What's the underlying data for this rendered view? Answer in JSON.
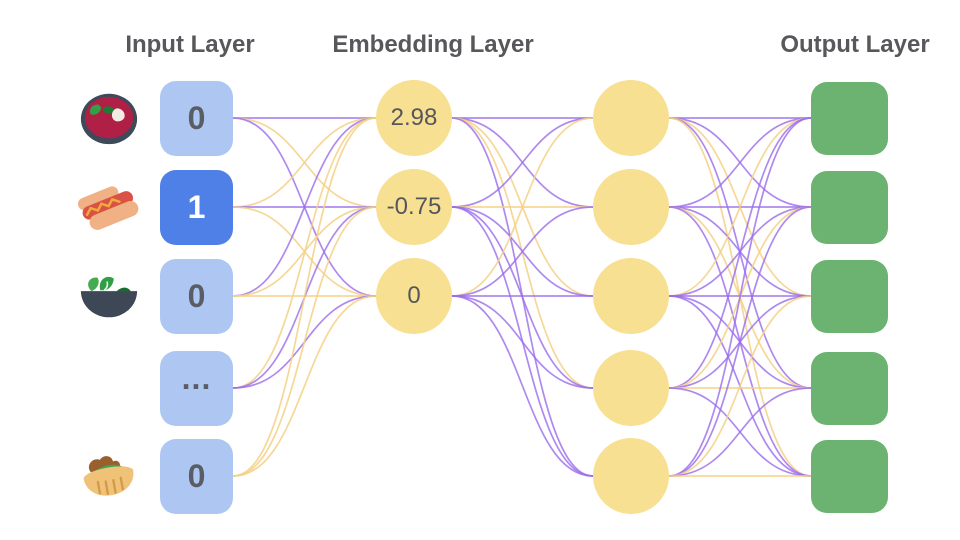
{
  "titles": {
    "input": "Input Layer",
    "embedding": "Embedding Layer",
    "output": "Output Layer"
  },
  "colors": {
    "background": "#ffffff",
    "input_node": "#aec7f2",
    "input_node_active": "#4f80e8",
    "embedding_node": "#f8e092",
    "hidden_node": "#f8e092",
    "output_node": "#6cb371",
    "edge_purple": "#9a6ceb",
    "edge_yellow": "#f5d085",
    "title_text": "#58585c",
    "node_text": "#5a5d63",
    "active_node_text": "#ffffff"
  },
  "input_layer": {
    "nodes": [
      {
        "label": "0",
        "icon": "borscht-soup-icon",
        "active": false
      },
      {
        "label": "1",
        "icon": "hot-dog-icon",
        "active": true
      },
      {
        "label": "0",
        "icon": "salad-bowl-icon",
        "active": false
      },
      {
        "label": "...",
        "icon": null,
        "active": false
      },
      {
        "label": "0",
        "icon": "pita-sandwich-icon",
        "active": false
      }
    ]
  },
  "embedding_layer": {
    "nodes": [
      {
        "label": "2.98"
      },
      {
        "label": "-0.75"
      },
      {
        "label": "0"
      }
    ]
  },
  "hidden_layer": {
    "node_count": 5
  },
  "output_layer": {
    "node_count": 5
  },
  "connections": {
    "input_to_embedding": [
      [
        "purple",
        "yellow",
        "purple"
      ],
      [
        "yellow",
        "purple",
        "yellow"
      ],
      [
        "purple",
        "yellow",
        "yellow"
      ],
      [
        "yellow",
        "purple",
        "purple"
      ],
      [
        "yellow",
        "yellow",
        "yellow"
      ]
    ],
    "embedding_to_hidden": [
      [
        "purple",
        "purple",
        "yellow",
        "yellow",
        "purple"
      ],
      [
        "purple",
        "yellow",
        "purple",
        "purple",
        "purple"
      ],
      [
        "yellow",
        "purple",
        "purple",
        "purple",
        "purple"
      ]
    ],
    "hidden_to_output": [
      [
        "purple",
        "purple",
        "yellow",
        "purple",
        "yellow"
      ],
      [
        "purple",
        "purple",
        "purple",
        "yellow",
        "purple"
      ],
      [
        "yellow",
        "purple",
        "purple",
        "purple",
        "purple"
      ],
      [
        "purple",
        "yellow",
        "purple",
        "yellow",
        "purple"
      ],
      [
        "purple",
        "purple",
        "yellow",
        "purple",
        "yellow"
      ]
    ]
  }
}
